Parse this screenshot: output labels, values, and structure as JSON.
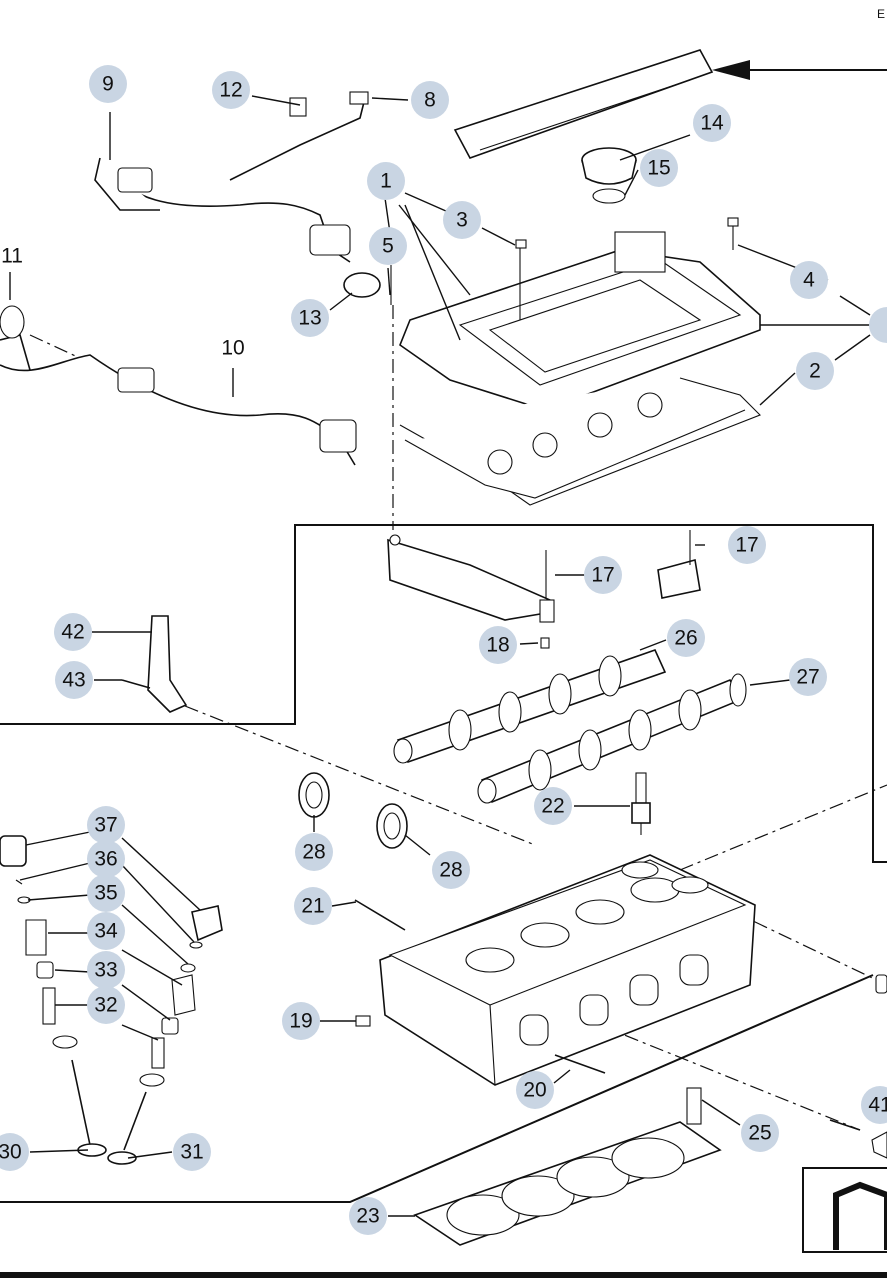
{
  "diagram": {
    "corner_marker": "E",
    "callouts": [
      {
        "id": "c1",
        "label": "1"
      },
      {
        "id": "c2",
        "label": "2"
      },
      {
        "id": "c3",
        "label": "3"
      },
      {
        "id": "c4",
        "label": "4"
      },
      {
        "id": "c5",
        "label": "5"
      },
      {
        "id": "c8",
        "label": "8"
      },
      {
        "id": "c9",
        "label": "9"
      },
      {
        "id": "c10",
        "label": "10"
      },
      {
        "id": "c11",
        "label": "11"
      },
      {
        "id": "c12",
        "label": "12"
      },
      {
        "id": "c13",
        "label": "13"
      },
      {
        "id": "c14",
        "label": "14"
      },
      {
        "id": "c15",
        "label": "15"
      },
      {
        "id": "c17a",
        "label": "17"
      },
      {
        "id": "c17b",
        "label": "17"
      },
      {
        "id": "c18",
        "label": "18"
      },
      {
        "id": "c19",
        "label": "19"
      },
      {
        "id": "c20",
        "label": "20"
      },
      {
        "id": "c21",
        "label": "21"
      },
      {
        "id": "c22",
        "label": "22"
      },
      {
        "id": "c23",
        "label": "23"
      },
      {
        "id": "c25",
        "label": "25"
      },
      {
        "id": "c26",
        "label": "26"
      },
      {
        "id": "c27",
        "label": "27"
      },
      {
        "id": "c28a",
        "label": "28"
      },
      {
        "id": "c28b",
        "label": "28"
      },
      {
        "id": "c30",
        "label": "30"
      },
      {
        "id": "c31",
        "label": "31"
      },
      {
        "id": "c32",
        "label": "32"
      },
      {
        "id": "c33",
        "label": "33"
      },
      {
        "id": "c34",
        "label": "34"
      },
      {
        "id": "c35",
        "label": "35"
      },
      {
        "id": "c36",
        "label": "36"
      },
      {
        "id": "c37",
        "label": "37"
      },
      {
        "id": "c41",
        "label": "41"
      },
      {
        "id": "c42",
        "label": "42"
      },
      {
        "id": "c43",
        "label": "43"
      }
    ]
  }
}
